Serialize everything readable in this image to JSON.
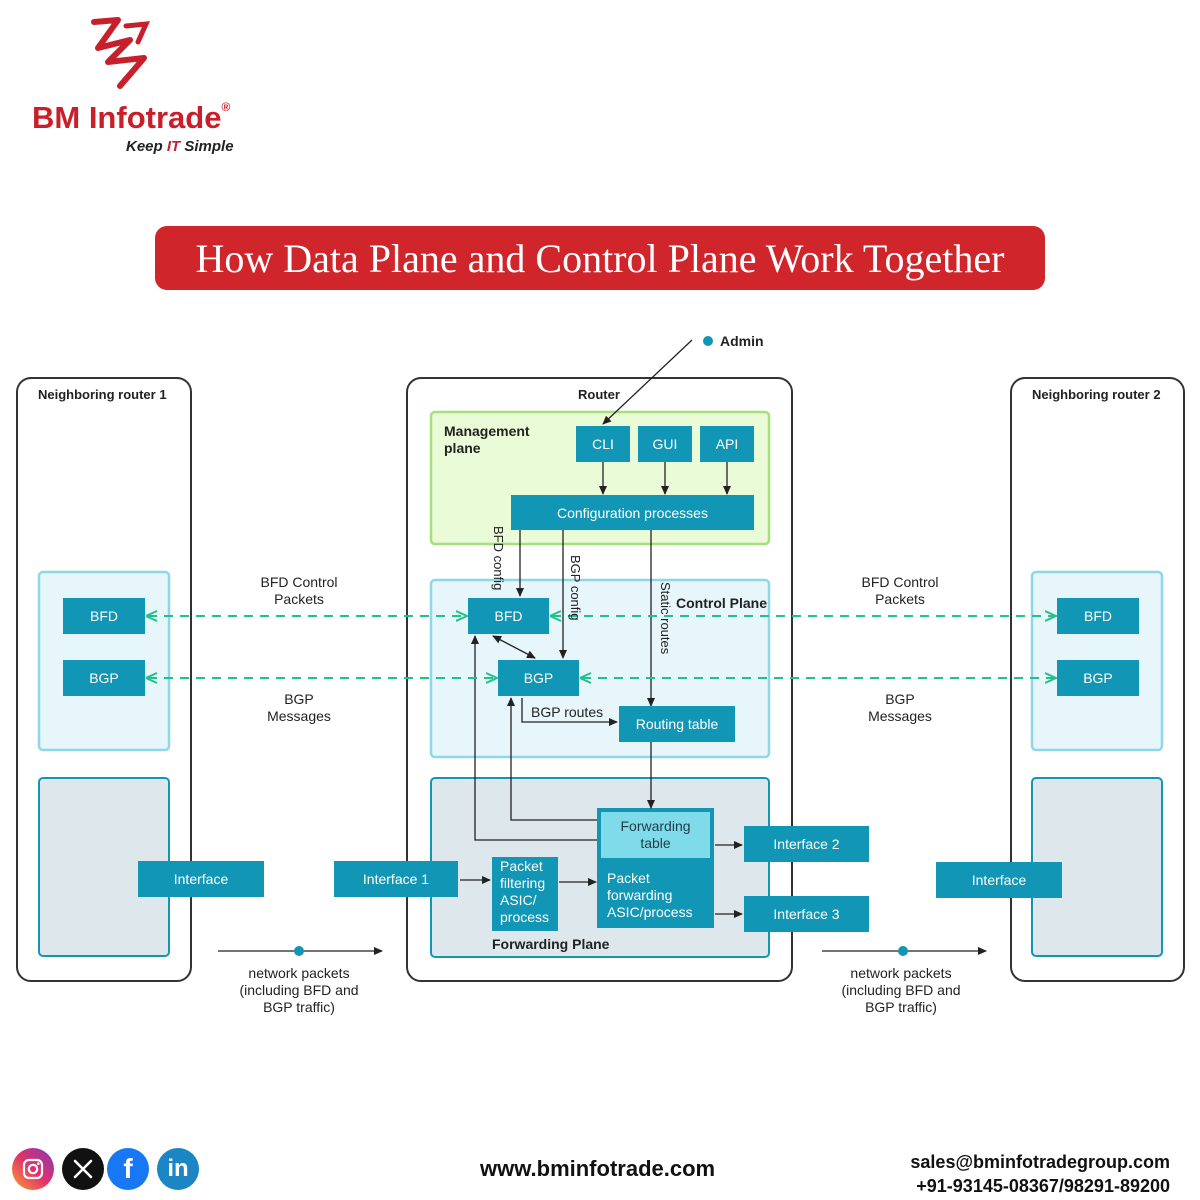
{
  "brand": {
    "name": "BM Infotrade",
    "registered": "®",
    "tagline_pre": "Keep ",
    "tagline_it": "IT",
    "tagline_post": " Simple"
  },
  "title": "How Data Plane and Control Plane Work Together",
  "diagram": {
    "admin": "Admin",
    "neighbor1": {
      "title": "Neighboring router 1",
      "bfd": "BFD",
      "bgp": "BGP",
      "interface": "Interface"
    },
    "neighbor2": {
      "title": "Neighboring router 2",
      "bfd": "BFD",
      "bgp": "BGP",
      "interface": "Interface"
    },
    "router": {
      "title": "Router",
      "management_plane": {
        "label_line1": "Management",
        "label_line2": "plane",
        "cli": "CLI",
        "gui": "GUI",
        "api": "API",
        "config": "Configuration processes"
      },
      "control_plane": {
        "label": "Control Plane",
        "bfd": "BFD",
        "bgp": "BGP",
        "routing_table": "Routing table",
        "bfd_config": "BFD config",
        "bgp_config": "BGP config",
        "static_routes": "Static routes",
        "bgp_routes": "BGP routes"
      },
      "forwarding_plane": {
        "label": "Forwarding Plane",
        "forwarding_table_line1": "Forwarding",
        "forwarding_table_line2": "table",
        "pkt_fwd_line1": "Packet",
        "pkt_fwd_line2": "forwarding",
        "pkt_fwd_line3": "ASIC/process",
        "pkt_filter_line1": "Packet",
        "pkt_filter_line2": "filtering",
        "pkt_filter_line3": "ASIC/",
        "pkt_filter_line4": "process",
        "interface1": "Interface 1",
        "interface2": "Interface 2",
        "interface3": "Interface 3"
      }
    },
    "links": {
      "bfd_line1": "BFD Control",
      "bfd_line2": "Packets",
      "bgp_line1": "BGP",
      "bgp_line2": "Messages",
      "net_line1": "network packets",
      "net_line2": "(including BFD and",
      "net_line3": "BGP traffic)"
    }
  },
  "footer": {
    "website": "www.bminfotrade.com",
    "email": "sales@bminfotradegroup.com",
    "phone": "+91-93145-08367/98291-89200",
    "social": [
      "instagram-icon",
      "x-icon",
      "facebook-icon",
      "linkedin-icon"
    ]
  },
  "colors": {
    "brand_red": "#c8202a",
    "box_teal": "#1296b5",
    "dash_green": "#22c08a",
    "mgmt_green": "#eafbd7",
    "ctrl_blue": "#e6f6fa",
    "fwd_gray": "#dde7ec"
  }
}
